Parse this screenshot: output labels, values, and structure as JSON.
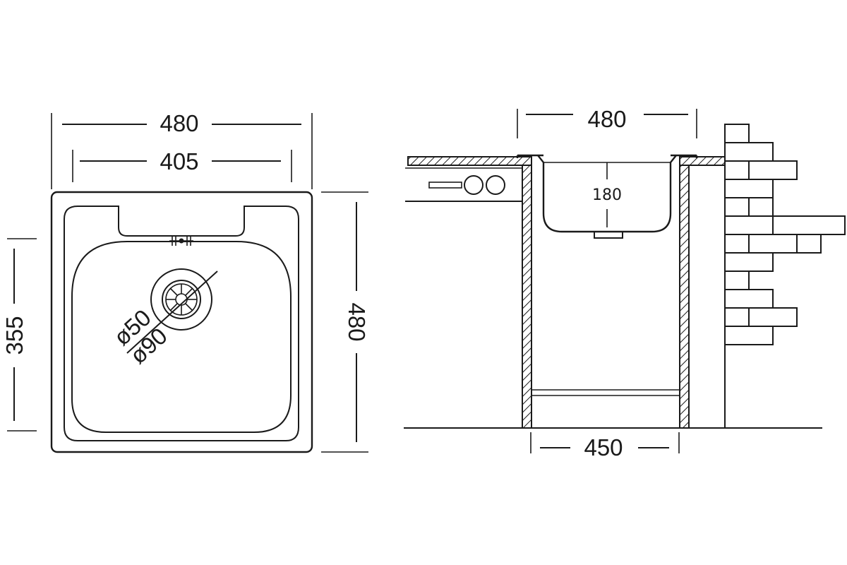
{
  "top_view": {
    "dim_overall_width": "480",
    "dim_inner_width": "405",
    "dim_bowl_depth": "355",
    "dim_overall_depth": "480",
    "dim_drain_inner": "ø50",
    "dim_drain_outer": "ø90"
  },
  "side_view": {
    "dim_width": "480",
    "dim_bowl_height": "180",
    "dim_cabinet_width": "450"
  }
}
